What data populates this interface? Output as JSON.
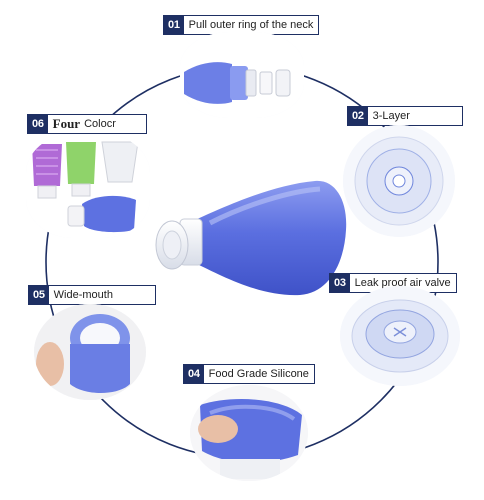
{
  "center_image": "blue-silicone-travel-bottle",
  "features": [
    {
      "number": "01",
      "label": "Pull outer ring of the neck",
      "image": "bottle-neck-ring-detail"
    },
    {
      "number": "02",
      "label": "3-Layer",
      "image": "three-layer-cap-detail"
    },
    {
      "number": "03",
      "label": "Leak proof air valve",
      "image": "air-valve-detail"
    },
    {
      "number": "04",
      "label": "Food Grade Silicone",
      "image": "squeezing-silicone-detail"
    },
    {
      "number": "05",
      "label": "Wide-mouth",
      "image": "wide-mouth-detail"
    },
    {
      "number": "06",
      "label_prefix": "Four",
      "label": "Colocr",
      "image": "four-color-bottles"
    }
  ],
  "colors": {
    "label_navy": "#1e2f63",
    "ring_line": "#1e2f63",
    "silicone_blue": "#5a6fe0",
    "silicone_purple": "#b06ad6",
    "silicone_green": "#8fd36a"
  }
}
